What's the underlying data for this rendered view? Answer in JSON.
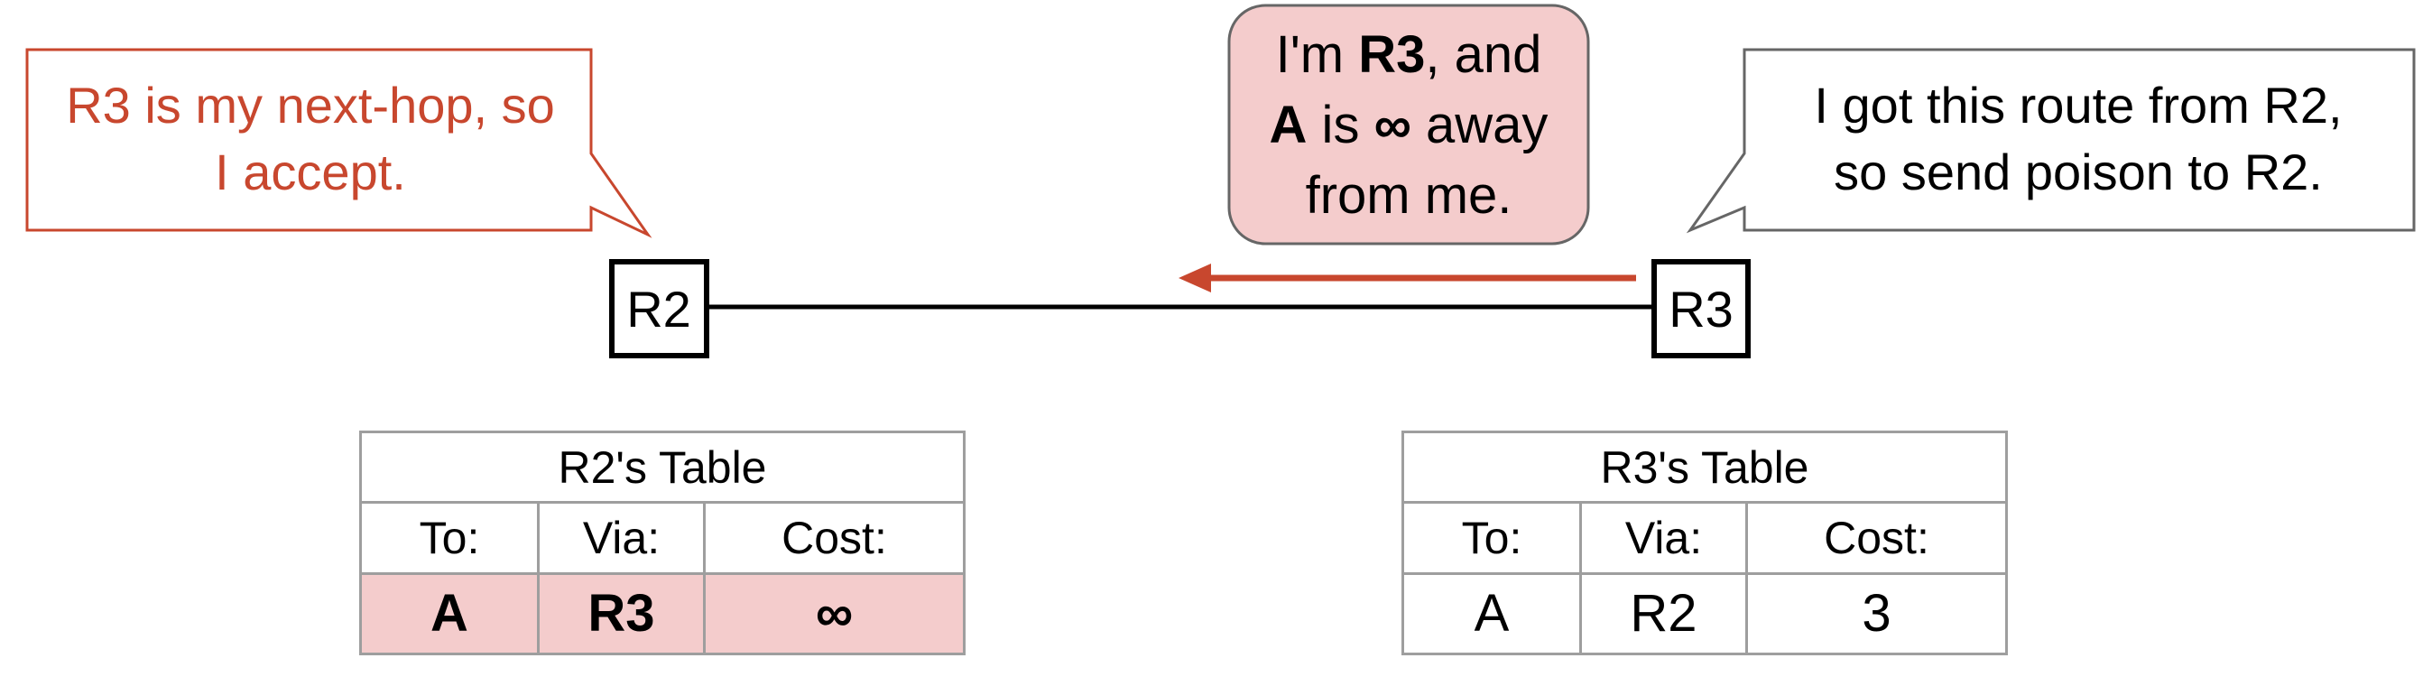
{
  "nodes": {
    "r2": "R2",
    "r3": "R3"
  },
  "callouts": {
    "r2_thought": {
      "line1": "R3 is my next-hop, so",
      "line2": "I accept."
    },
    "r3_thought": {
      "line1": "I got this route from R2,",
      "line2": "so send poison to R2."
    },
    "message": {
      "line1_pre": "I'm ",
      "line1_bold": "R3",
      "line1_post": ", and",
      "line2_bold1": "A",
      "line2_mid": " is ",
      "line2_bold2": "∞",
      "line2_post": " away",
      "line3": "from me."
    }
  },
  "tables": {
    "r2": {
      "title": "R2's Table",
      "headers": [
        "To:",
        "Via:",
        "Cost:"
      ],
      "row": [
        "A",
        "R3",
        "∞"
      ]
    },
    "r3": {
      "title": "R3's Table",
      "headers": [
        "To:",
        "Via:",
        "Cost:"
      ],
      "row": [
        "A",
        "R2",
        "3"
      ]
    }
  },
  "colors": {
    "accent_red": "#c8472e",
    "highlight_pink": "#f4cccc",
    "table_border": "#9e9e9e",
    "bubble_border": "#666666"
  }
}
